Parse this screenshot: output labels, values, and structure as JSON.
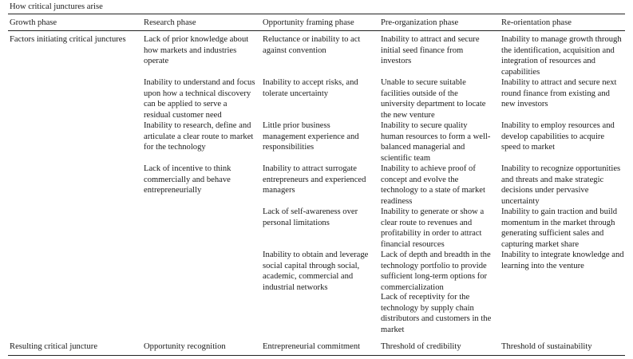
{
  "caption": "How critical junctures arise",
  "header": {
    "c1": "Growth phase",
    "c2": "Research phase",
    "c3": "Opportunity framing phase",
    "c4": "Pre-organization phase",
    "c5": "Re-orientation phase"
  },
  "factors": {
    "label": "Factors initiating critical junctures",
    "research": [
      "Lack of prior knowledge about how markets and industries operate",
      "Inability to understand and focus upon how a technical discovery can be applied to serve a residual customer need",
      "Inability to research, define and articulate a clear route to market for the technology",
      "Lack of incentive to think commercially and behave entrepreneurially"
    ],
    "opportunity": [
      "Reluctance or inability to act against convention",
      "Inability to accept risks, and tolerate uncertainty",
      "Little prior business management experience and responsibilities",
      "Inability to attract surrogate entrepreneurs and experienced managers",
      "Lack of self-awareness over personal limitations",
      "Inability to obtain and leverage social capital through social, academic, commercial and industrial networks"
    ],
    "preorg": [
      "Inability to attract and secure initial seed finance from investors",
      "Unable to secure suitable facilities outside of the university department to locate the new venture",
      "Inability to secure quality human resources to form a well-balanced managerial and scientific team",
      "Inability to achieve proof of concept and evolve the technology to a state of market readiness",
      "Inability to generate or show a clear route to revenues and profitability in order to attract financial resources",
      "Lack of depth and breadth in the technology portfolio to provide sufficient long-term options for commercialization",
      "Lack of receptivity for the technology by supply chain distributors and customers in the market"
    ],
    "reorient": [
      "Inability to manage growth through the identification, acquisition and integration of resources and capabilities",
      "Inability to attract and secure next round finance from existing and new investors",
      "Inability to employ resources and develop capabilities to acquire speed to market",
      "Inability to recognize opportunities and threats and make strategic decisions under pervasive uncertainty",
      "Inability to gain traction and build momentum in the market through generating sufficient sales and capturing market share",
      "Inability to integrate knowledge and learning into the venture"
    ]
  },
  "result": {
    "label": "Resulting critical juncture",
    "c2": "Opportunity recognition",
    "c3": "Entrepreneurial commitment",
    "c4": "Threshold of credibility",
    "c5": "Threshold of sustainability"
  }
}
